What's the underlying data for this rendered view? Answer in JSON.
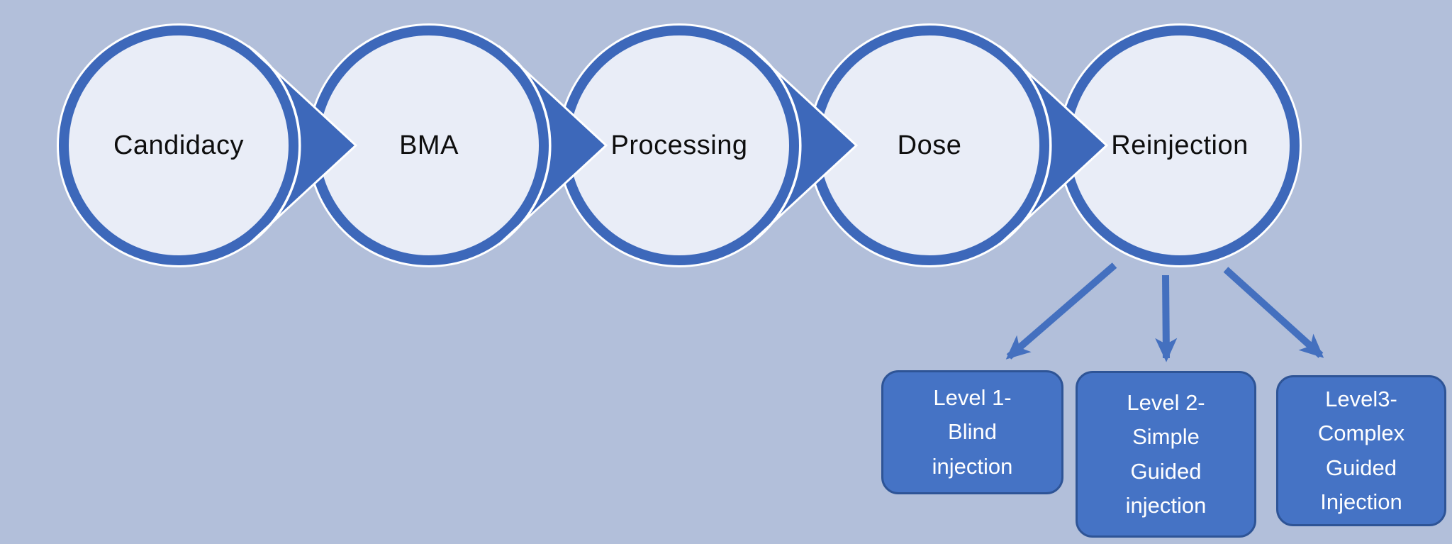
{
  "diagram": {
    "type": "process-flow",
    "colors": {
      "background": "#b2bfda",
      "circle_fill": "#e9edf7",
      "circle_ring": "#3d68ba",
      "circle_outline": "#ffffff",
      "wedge_arrow": "#3d68ba",
      "branch_arrow": "#4470bf",
      "level_box_fill": "#4573c5",
      "level_box_border": "#2e5496",
      "step_text": "#0e0e0e",
      "level_text": "#ffffff"
    },
    "steps": [
      {
        "label": "Candidacy"
      },
      {
        "label": "BMA"
      },
      {
        "label": "Processing"
      },
      {
        "label": "Dose"
      },
      {
        "label": "Reinjection"
      }
    ],
    "levels": [
      {
        "label": "Level 1-\nBlind\ninjection"
      },
      {
        "label": "Level 2-\nSimple\nGuided\ninjection"
      },
      {
        "label": "Level3-\nComplex\nGuided\nInjection"
      }
    ]
  }
}
